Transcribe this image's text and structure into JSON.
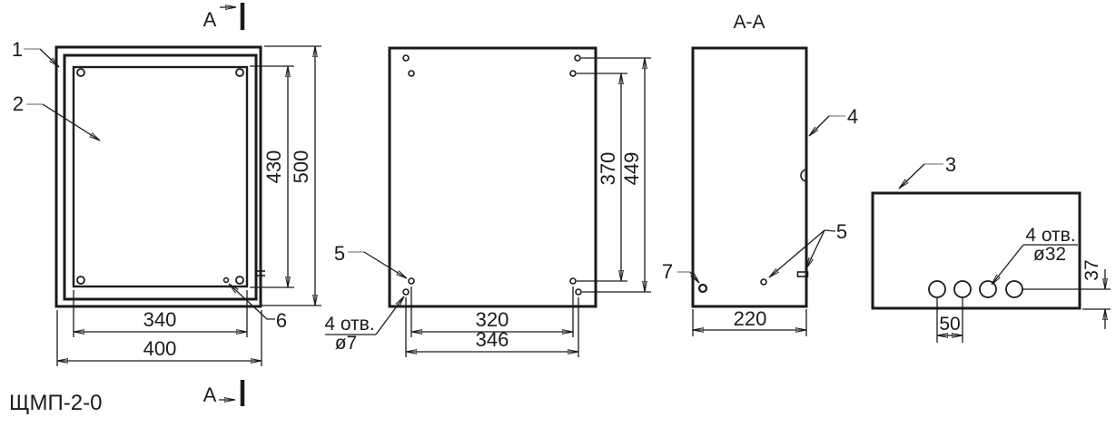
{
  "drawing": {
    "model_label": "ЩМП-2-0",
    "section_marker_top": "A",
    "section_marker_bottom": "A",
    "section_view_title": "A-A",
    "callouts": {
      "c1": "1",
      "c2": "2",
      "c3": "3",
      "c4": "4",
      "c5": "5",
      "c6": "6",
      "c7": "7"
    },
    "front_view": {
      "dim_mount_width": "340",
      "dim_overall_width": "400",
      "dim_mount_height": "430",
      "dim_overall_height": "500"
    },
    "rear_view": {
      "dim_holes_width_inner": "320",
      "dim_holes_width_outer": "346",
      "dim_holes_height_inner": "370",
      "dim_holes_height_outer": "449",
      "holes_count": "4 отв.",
      "holes_diameter": "ø7"
    },
    "section_view": {
      "dim_depth": "220"
    },
    "bottom_view": {
      "holes_count": "4 отв.",
      "holes_diameter": "ø32",
      "dim_holes_offset": "37",
      "dim_holes_spacing": "50"
    }
  },
  "colors": {
    "line": "#1b1b1b",
    "leader_gray": "#999999",
    "background": "#ffffff"
  }
}
